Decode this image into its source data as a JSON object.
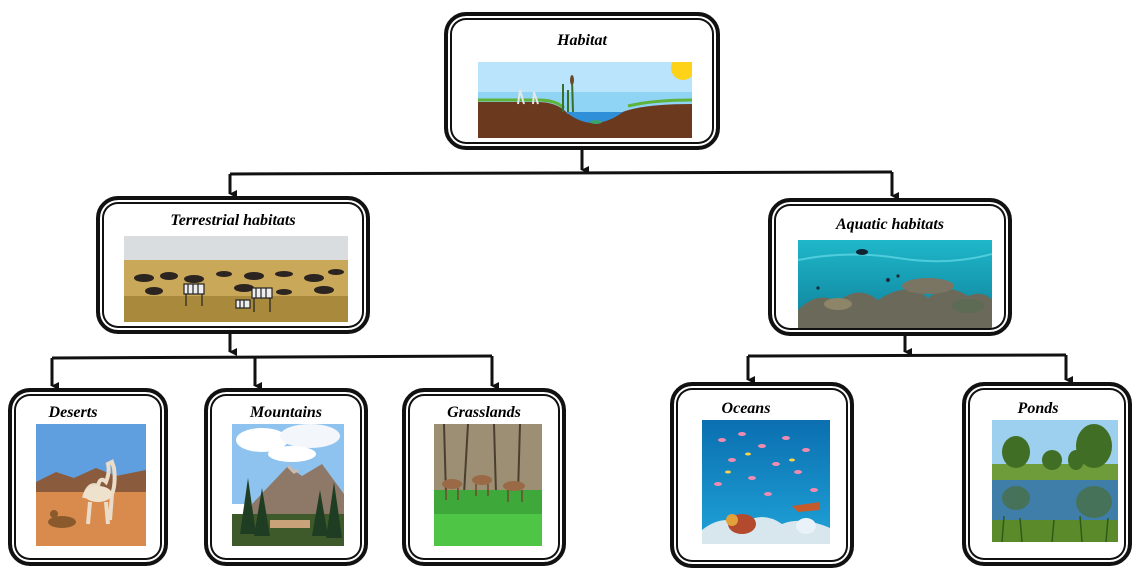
{
  "diagram": {
    "root": {
      "label": "Habitat",
      "image": "habitat-scene-image"
    },
    "branches": [
      {
        "label": "Terrestrial habitats",
        "image": "savanna-wildlife-image",
        "children": [
          {
            "label": "Deserts",
            "image": "desert-camels-image"
          },
          {
            "label": "Mountains",
            "image": "mountain-forest-image"
          },
          {
            "label": "Grasslands",
            "image": "grassland-deer-image"
          }
        ]
      },
      {
        "label": "Aquatic habitats",
        "image": "coral-reef-image",
        "children": [
          {
            "label": "Oceans",
            "image": "ocean-fish-image"
          },
          {
            "label": "Ponds",
            "image": "pond-trees-image"
          }
        ]
      }
    ]
  },
  "colors": {
    "border": "#111111",
    "connector": "#111111",
    "sky": "#7ec8f0",
    "water": "#2f8fd8",
    "soil": "#6b3a1e",
    "grass": "#58b83a"
  }
}
